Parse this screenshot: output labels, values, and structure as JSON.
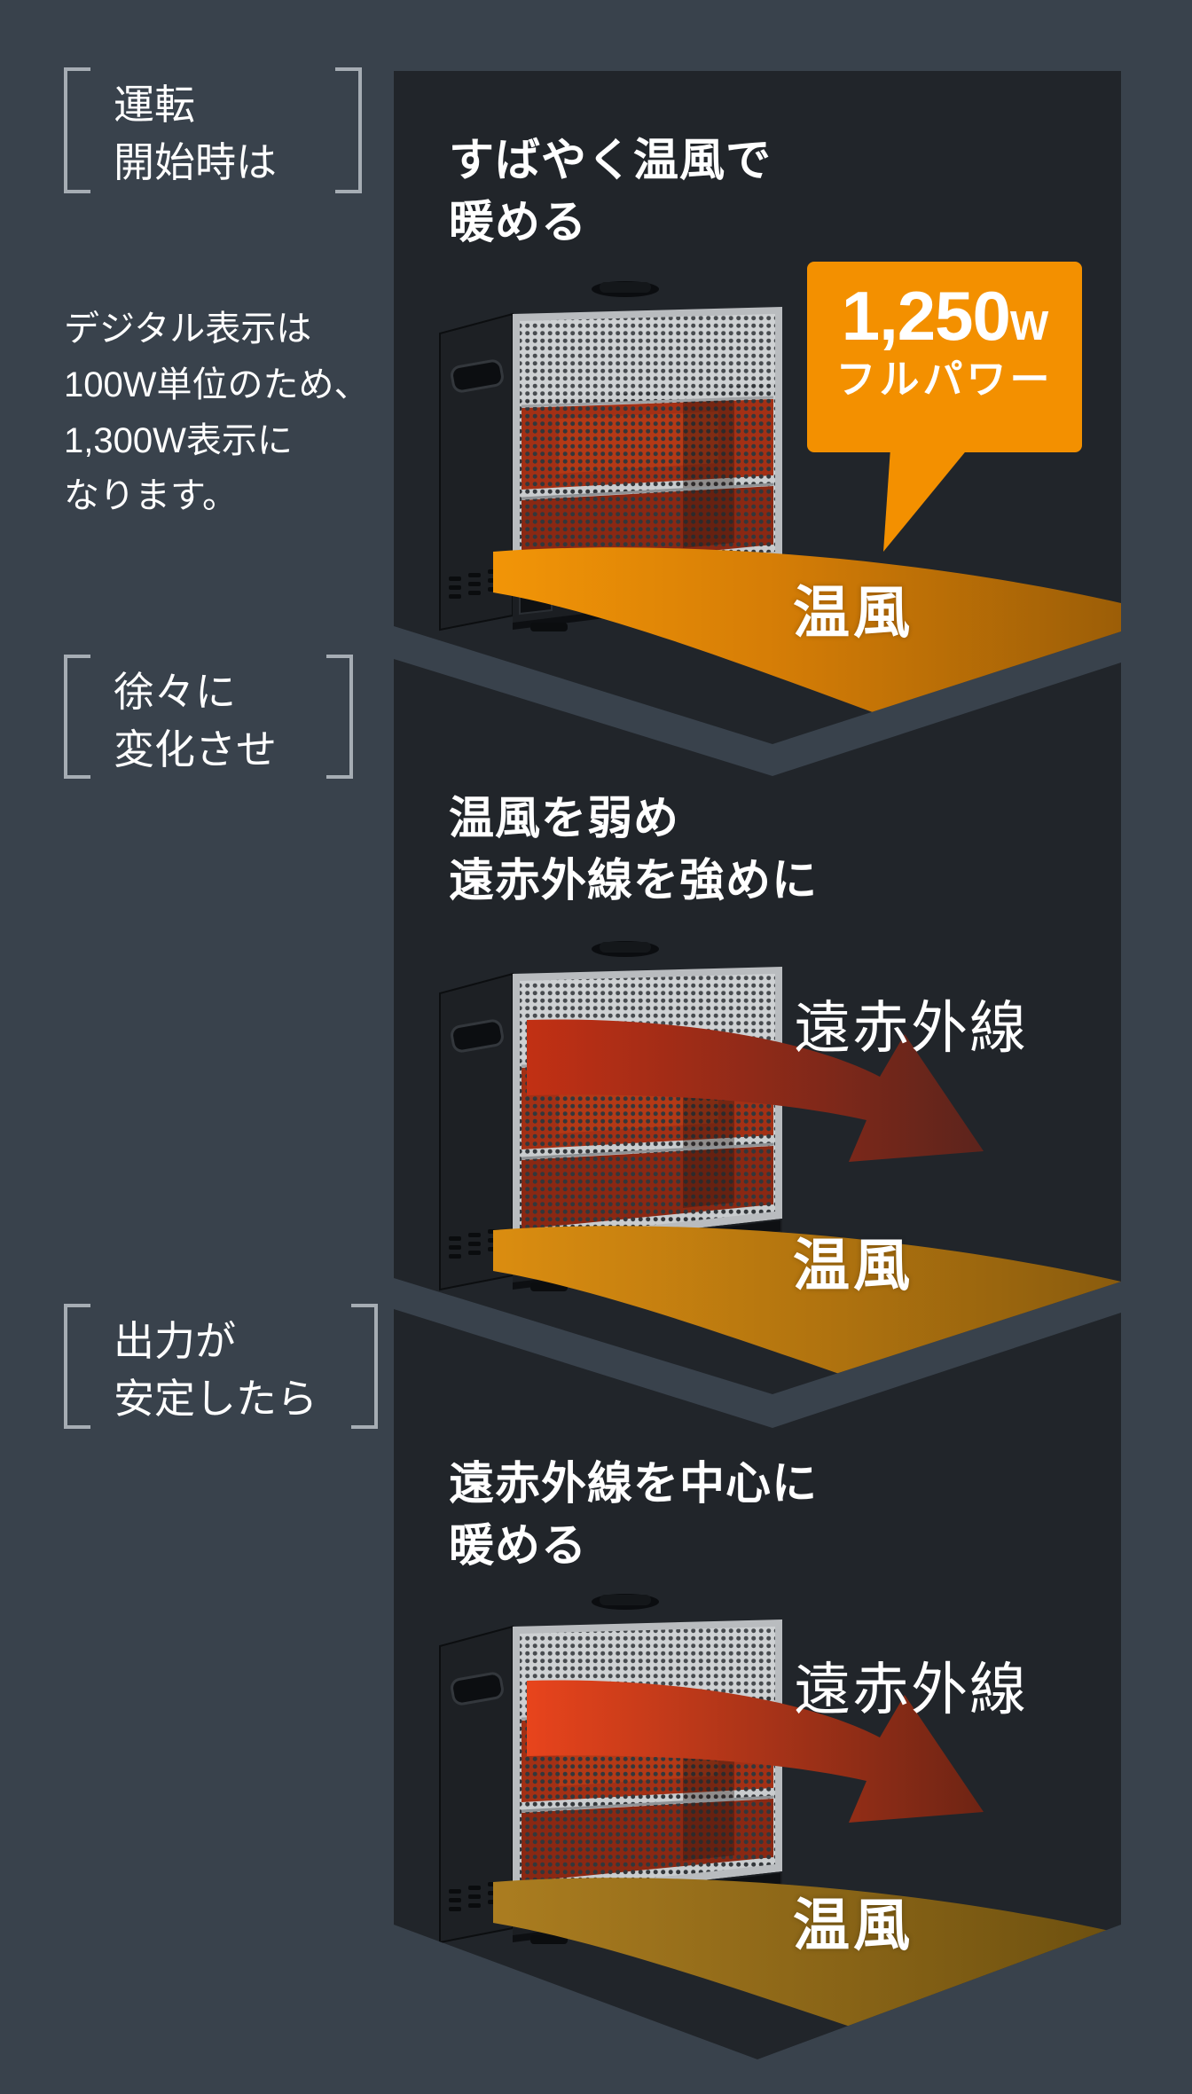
{
  "colors": {
    "background": "#39424c",
    "panel": "#21252a",
    "chevron_band": "#404a54",
    "accent_orange": "#f39000",
    "warm_air_orange": "#e08606",
    "warm_air_dim_gold": "#ab7d20",
    "far_infrared_red": "#c93318",
    "bracket_gray": "#a6adb4",
    "mesh_silver": "#c9ccce",
    "text_white": "#ffffff"
  },
  "note": {
    "line1": "デジタル表示は",
    "line2": "100W単位のため、",
    "line3": "1,300W表示に",
    "line4": "なります。"
  },
  "steps": [
    {
      "bracket_label": {
        "line1": "運転",
        "line2": "開始時は"
      },
      "title": {
        "line1": "すばやく温風で",
        "line2": "暖める"
      },
      "badge": {
        "value": "1,250",
        "unit": "W",
        "sub": "フルパワー"
      },
      "warm_air_label": "温風"
    },
    {
      "bracket_label": {
        "line1": "徐々に",
        "line2": "変化させ"
      },
      "title": {
        "line1": "温風を弱め",
        "line2": "遠赤外線を強めに"
      },
      "far_infrared_label": "遠赤外線",
      "warm_air_label": "温風"
    },
    {
      "bracket_label": {
        "line1": "出力が",
        "line2": "安定したら"
      },
      "title": {
        "line1": "遠赤外線を中心に",
        "line2": "暖める"
      },
      "far_infrared_label": "遠赤外線",
      "warm_air_label": "温風"
    }
  ]
}
